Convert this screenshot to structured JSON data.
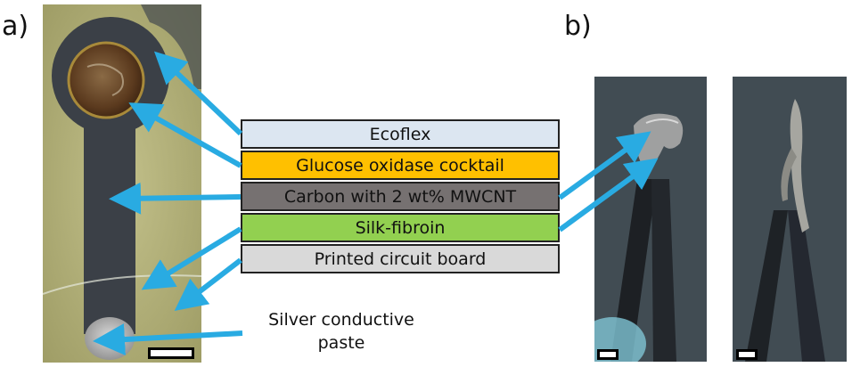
{
  "panels": {
    "a": "a)",
    "b": "b)"
  },
  "layers": [
    {
      "label": "Ecoflex",
      "color": "#dce6f1"
    },
    {
      "label": "Glucose oxidase cocktail",
      "color": "#ffc000"
    },
    {
      "label": "Carbon with 2 wt% MWCNT",
      "color": "#767171"
    },
    {
      "label": "Silk-fibroin",
      "color": "#92d050"
    },
    {
      "label": "Printed circuit board",
      "color": "#d9d9d9"
    }
  ],
  "silver_label": [
    "Silver conductive",
    "paste"
  ],
  "colors": {
    "arrow": "#29abe2",
    "substrate": "#b7b57e",
    "carbon": "#3c4148",
    "background_b": "#3f4b52"
  }
}
